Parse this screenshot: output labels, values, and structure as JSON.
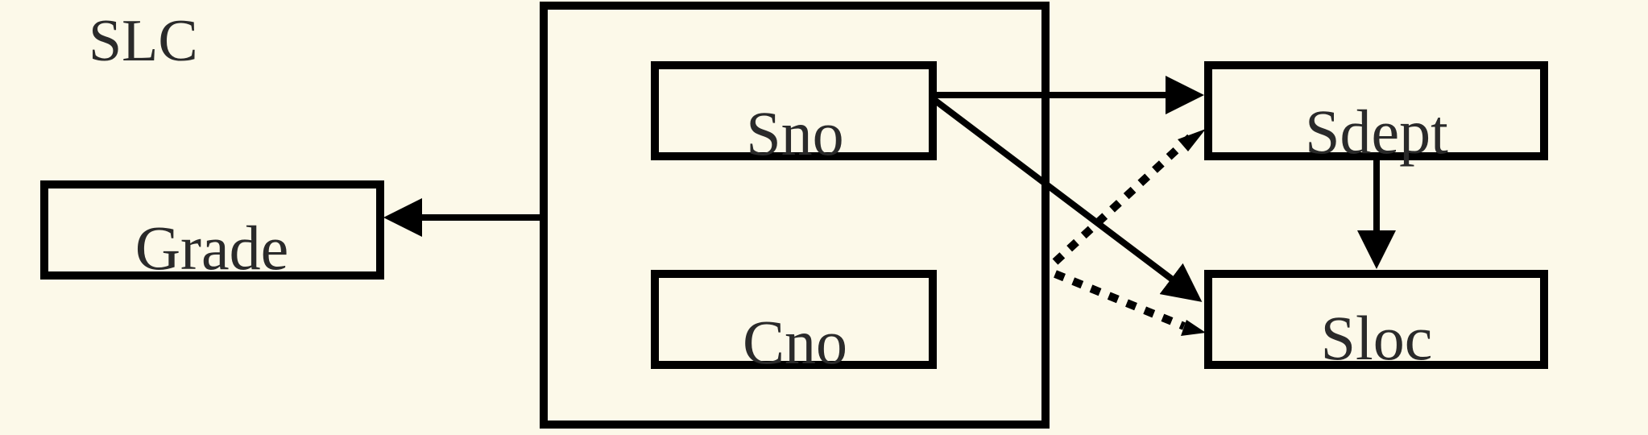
{
  "diagram": {
    "title": "SLC",
    "nodes": {
      "grade": "Grade",
      "sno": "Sno",
      "cno": "Cno",
      "sdept": "Sdept",
      "sloc": "Sloc"
    },
    "edges": [
      {
        "from": "Sno, Cno",
        "to": "Grade",
        "style": "solid"
      },
      {
        "from": "Sno",
        "to": "Sdept",
        "style": "solid"
      },
      {
        "from": "Sno",
        "to": "Sloc",
        "style": "solid"
      },
      {
        "from": "Sdept",
        "to": "Sloc",
        "style": "solid"
      },
      {
        "from": "Sno, Cno",
        "to": "Sdept",
        "style": "dotted"
      },
      {
        "from": "Sno, Cno",
        "to": "Sloc",
        "style": "dotted"
      }
    ]
  }
}
